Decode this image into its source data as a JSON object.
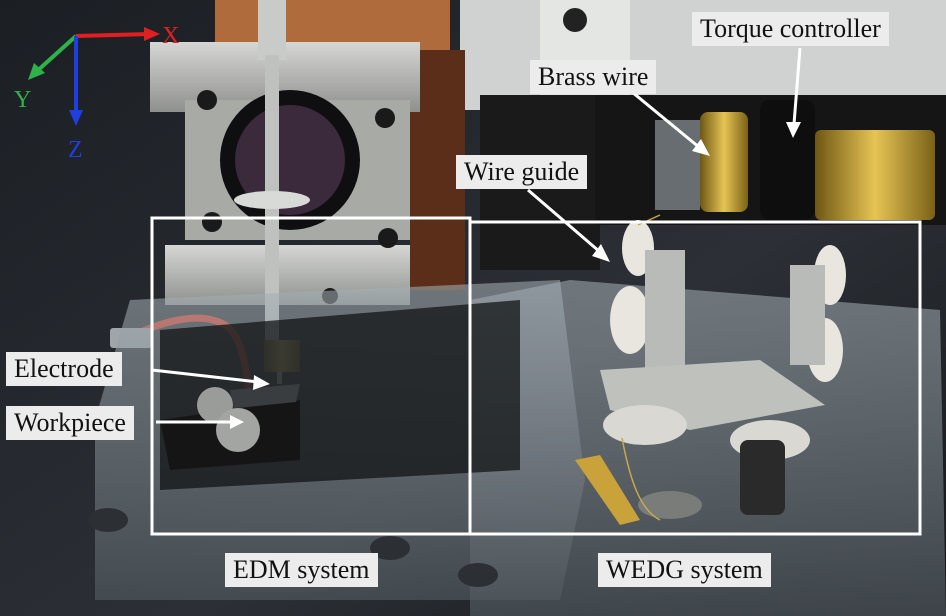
{
  "axes": {
    "x": "X",
    "y": "Y",
    "z": "Z"
  },
  "labels": {
    "torque_controller": "Torque controller",
    "brass_wire": "Brass wire",
    "wire_guide": "Wire guide",
    "electrode": "Electrode",
    "workpiece": "Workpiece",
    "edm_system": "EDM system",
    "wedg_system": "WEDG system"
  },
  "colors": {
    "x_axis": "#e02020",
    "y_axis": "#2fb24a",
    "z_axis": "#1f3fe0",
    "label_bg": "#ececec",
    "box_outline": "#ffffff",
    "arrow": "#ffffff"
  }
}
